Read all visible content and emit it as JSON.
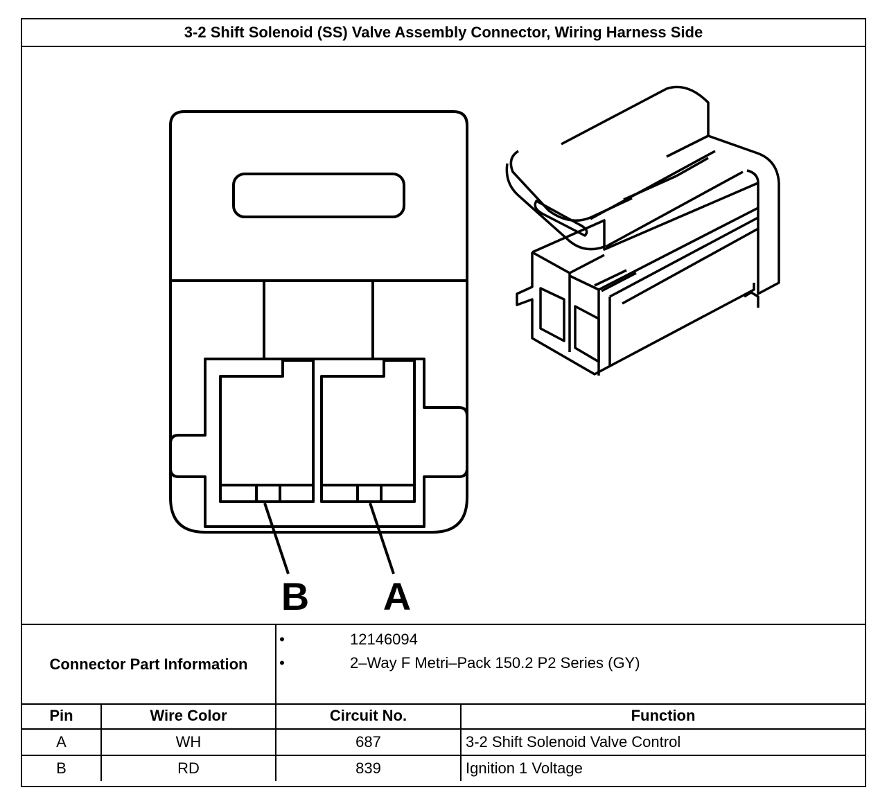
{
  "title": "3-2 Shift Solenoid (SS) Valve Assembly Connector, Wiring Harness Side",
  "diagram": {
    "pin_labels": [
      "B",
      "A"
    ]
  },
  "connector_info": {
    "label": "Connector Part Information",
    "items": [
      "12146094",
      "2–Way F Metri–Pack 150.2 P2 Series (GY)"
    ]
  },
  "pin_table": {
    "headers": [
      "Pin",
      "Wire Color",
      "Circuit No.",
      "Function"
    ],
    "rows": [
      [
        "A",
        "WH",
        "687",
        "3-2 Shift Solenoid Valve Control"
      ],
      [
        "B",
        "RD",
        "839",
        "Ignition 1 Voltage"
      ]
    ]
  }
}
